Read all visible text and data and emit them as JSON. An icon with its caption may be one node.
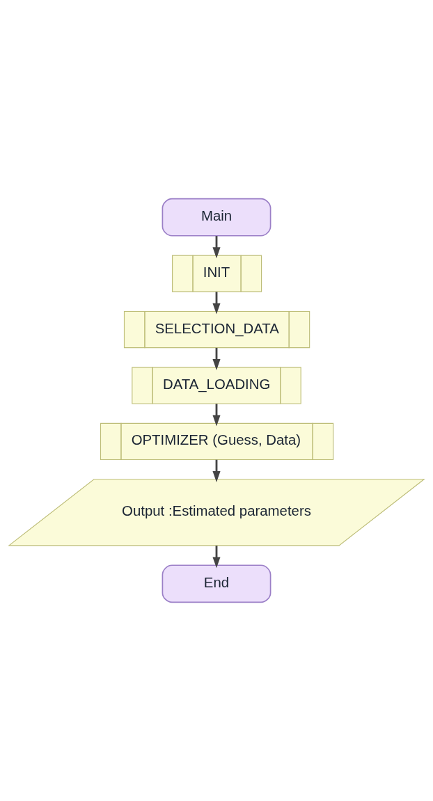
{
  "diagram": {
    "nodes": [
      {
        "text": [
          "Main"
        ]
      },
      {
        "text": [
          "INIT"
        ]
      },
      {
        "text": [
          "SELECTION_DATA"
        ]
      },
      {
        "text": [
          "DATA_LOADING"
        ]
      },
      {
        "text": [
          "OPTIMIZER (Guess, Data)"
        ]
      },
      {
        "text": [
          "Output :Estimated parameters"
        ]
      },
      {
        "text": [
          "End"
        ]
      }
    ],
    "edges": [
      {
        "from": 0,
        "to": 1,
        "arrow": "to"
      },
      {
        "from": 1,
        "to": 2,
        "arrow": "to"
      },
      {
        "from": 2,
        "to": 3,
        "arrow": "to"
      },
      {
        "from": 3,
        "to": 4,
        "arrow": "to"
      },
      {
        "from": 4,
        "to": 5,
        "arrow": "to"
      },
      {
        "from": 5,
        "to": 6,
        "arrow": "to"
      }
    ]
  }
}
